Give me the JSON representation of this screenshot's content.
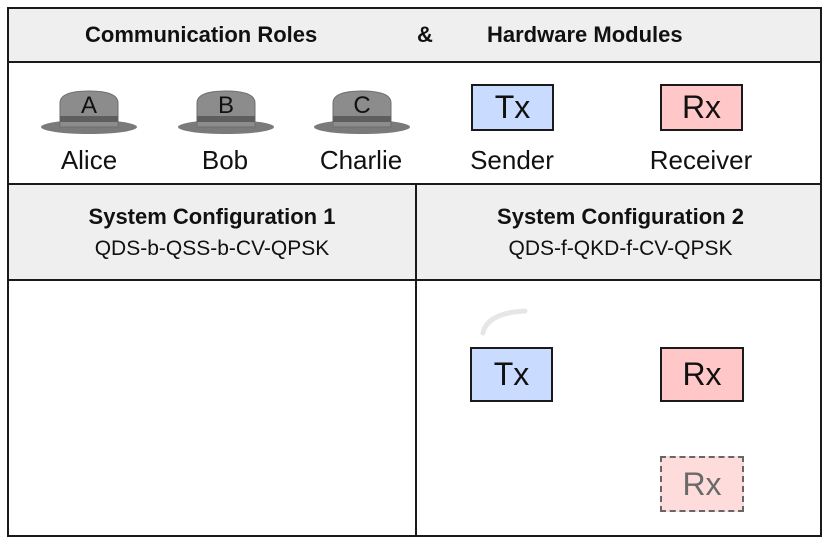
{
  "header": {
    "left": "Communication Roles",
    "amp": "&",
    "right": "Hardware Modules"
  },
  "legend": {
    "roles": [
      {
        "letter": "A",
        "name": "Alice"
      },
      {
        "letter": "B",
        "name": "Bob"
      },
      {
        "letter": "C",
        "name": "Charlie"
      }
    ],
    "modules": [
      {
        "label": "Tx",
        "name": "Sender"
      },
      {
        "label": "Rx",
        "name": "Receiver"
      }
    ]
  },
  "configs": [
    {
      "title": "System Configuration 1",
      "subtitle": "QDS-b-QSS-b-CV-QPSK"
    },
    {
      "title": "System Configuration 2",
      "subtitle": "QDS-f-QKD-f-CV-QPSK"
    }
  ],
  "config2_modules": {
    "tx": "Tx",
    "rx": "Rx",
    "rx_ghost": "Rx"
  },
  "colors": {
    "tx_fill": "#c9dcff",
    "rx_fill": "#ffc7c7",
    "hat_fill": "#8c8c8c",
    "band_fill": "#efefef"
  }
}
